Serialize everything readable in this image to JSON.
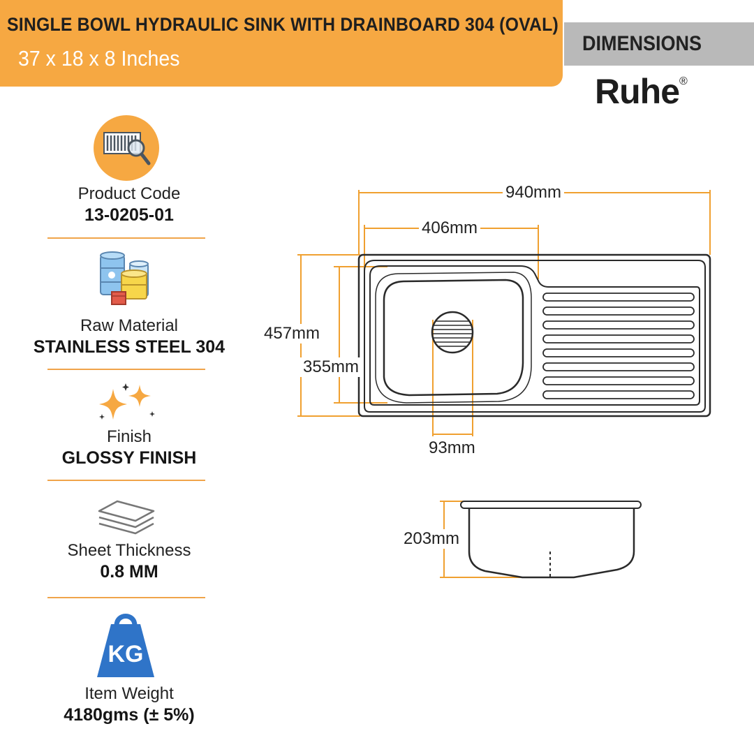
{
  "header": {
    "title": "SINGLE BOWL HYDRAULIC SINK WITH DRAINBOARD 304 (OVAL)",
    "subtitle": "37 x 18 x 8 Inches"
  },
  "dimensions_tab": "DIMENSIONS",
  "brand": {
    "name": "Ruhe",
    "mark": "®"
  },
  "specs": [
    {
      "label": "Product Code",
      "value": "13-0205-01",
      "icon": "barcode-search-icon"
    },
    {
      "label": "Raw Material",
      "value": "STAINLESS STEEL 304",
      "icon": "material-drums-icon"
    },
    {
      "label": "Finish",
      "value": "GLOSSY FINISH",
      "icon": "sparkle-icon"
    },
    {
      "label": "Sheet Thickness",
      "value": "0.8 MM",
      "icon": "sheet-layers-icon"
    },
    {
      "label": "Item Weight",
      "value": "4180gms (± 5%)",
      "icon": "weight-kg-icon"
    }
  ],
  "weight_icon_text": "KG",
  "diagram": {
    "overall_length": "940mm",
    "bowl_length": "406mm",
    "overall_width": "457mm",
    "bowl_width": "355mm",
    "drain_diameter": "93mm",
    "depth": "203mm"
  },
  "colors": {
    "accent": "#f6a842",
    "dimension_line": "#f0a030",
    "tab_gray": "#b9b9b9",
    "outline": "#2a2a2a"
  }
}
